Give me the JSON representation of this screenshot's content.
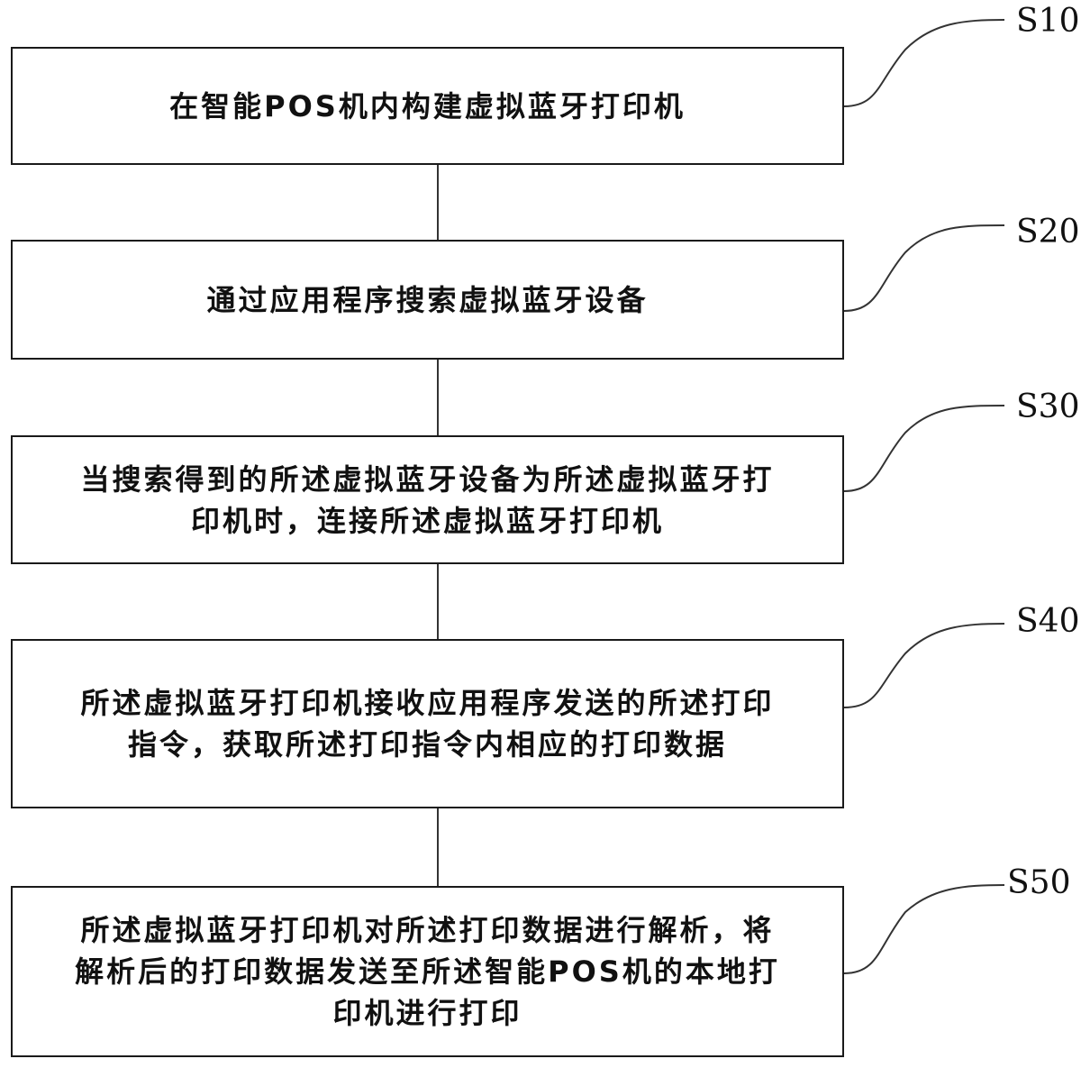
{
  "steps": [
    {
      "id": "S10",
      "text": "在智能POS机内构建虚拟蓝牙打印机"
    },
    {
      "id": "S20",
      "text": "通过应用程序搜索虚拟蓝牙设备"
    },
    {
      "id": "S30",
      "text": "当搜索得到的所述虚拟蓝牙设备为所述虚拟蓝牙打\n印机时，连接所述虚拟蓝牙打印机"
    },
    {
      "id": "S40",
      "text": "所述虚拟蓝牙打印机接收应用程序发送的所述打印\n指令，获取所述打印指令内相应的打印数据"
    },
    {
      "id": "S50",
      "text": "所述虚拟蓝牙打印机对所述打印数据进行解析，将\n解析后的打印数据发送至所述智能POS机的本地打\n印机进行打印"
    }
  ]
}
